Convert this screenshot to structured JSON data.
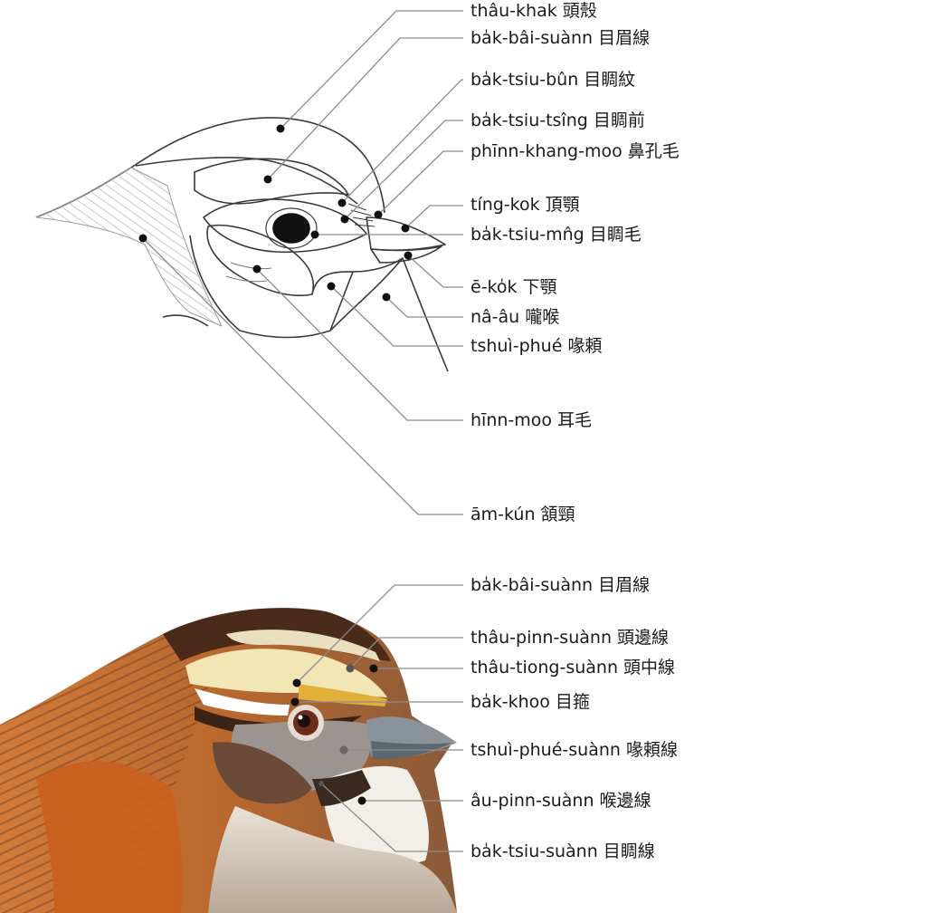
{
  "colors": {
    "leader": "#8c8c8c",
    "sketch_line": "#3a3a3a",
    "point": "#111111",
    "text": "#1a1a1a"
  },
  "sketch_labels": [
    {
      "id": "crown",
      "text": "thâu-khak 頭殼"
    },
    {
      "id": "supercilium",
      "text": "ba̍k-bâi-suànn 目眉線"
    },
    {
      "id": "eye-stripe",
      "text": "ba̍k-tsiu-bûn 目睭紋"
    },
    {
      "id": "lore",
      "text": "ba̍k-tsiu-tsîng 目睭前"
    },
    {
      "id": "nasal-bristles",
      "text": "phīnn-khang-moo 鼻孔毛"
    },
    {
      "id": "upper-mandible",
      "text": "tíng-kok 頂顎"
    },
    {
      "id": "eyelash",
      "text": "ba̍k-tsiu-mn̂g 目睭毛"
    },
    {
      "id": "lower-mandible",
      "text": "ē-ko̍k 下顎"
    },
    {
      "id": "throat",
      "text": "nâ-âu 嚨喉"
    },
    {
      "id": "malar",
      "text": "tshuì-phué 喙頼"
    },
    {
      "id": "ear-coverts",
      "text": "hīnn-moo 耳毛"
    },
    {
      "id": "nape",
      "text": "ām-kún 頷頸"
    }
  ],
  "color_labels": [
    {
      "id": "supercilium-2",
      "text": "ba̍k-bâi-suànn 目眉線"
    },
    {
      "id": "lateral-crown-stripe",
      "text": "thâu-pinn-suànn 頭邊線"
    },
    {
      "id": "median-crown-stripe",
      "text": "thâu-tiong-suànn 頭中線"
    },
    {
      "id": "eye-ring",
      "text": "ba̍k-khoo 目箍"
    },
    {
      "id": "malar-stripe",
      "text": "tshuì-phué-suànn 喙頼線"
    },
    {
      "id": "throat-stripe",
      "text": "âu-pinn-suànn 喉邊線"
    },
    {
      "id": "eye-line",
      "text": "ba̍k-tsiu-suànn 目睭線"
    }
  ]
}
